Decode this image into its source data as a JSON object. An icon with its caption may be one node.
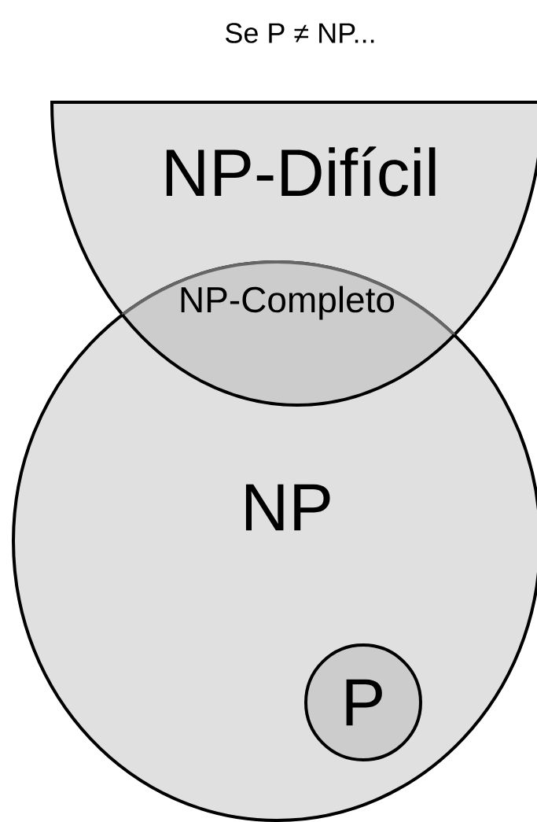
{
  "diagram": {
    "title": "Se P ≠ NP...",
    "nodes": [
      {
        "text": [
          "NP-Difícil"
        ]
      },
      {
        "text": [
          "NP-Completo"
        ]
      },
      {
        "text": [
          "NP"
        ]
      },
      {
        "text": [
          "P"
        ],
        "in": 2
      }
    ]
  }
}
